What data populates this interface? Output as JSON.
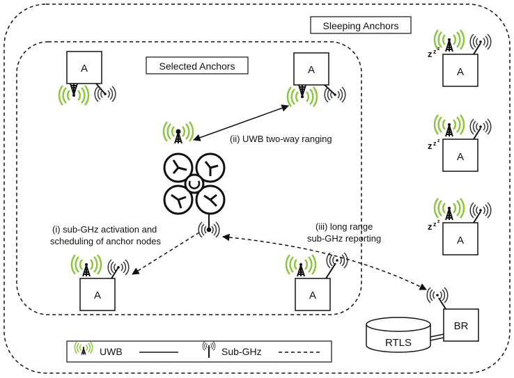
{
  "labels": {
    "sleeping_group": "Sleeping Anchors",
    "selected_group": "Selected Anchors",
    "anchor": "A",
    "border_router": "BR",
    "rtls": "RTLS"
  },
  "annotations": {
    "uwb_ranging": "(ii) UWB two-way ranging",
    "activation_line1": "(i) sub-GHz activation and",
    "activation_line2": "scheduling of anchor nodes",
    "reporting_line1": "(iii) long range",
    "reporting_line2": "sub-GHz reporting"
  },
  "legend": {
    "uwb": "UWB",
    "subghz": "Sub-GHz"
  },
  "colors": {
    "uwb_wave": "#8cc63f",
    "line": "#111111"
  }
}
